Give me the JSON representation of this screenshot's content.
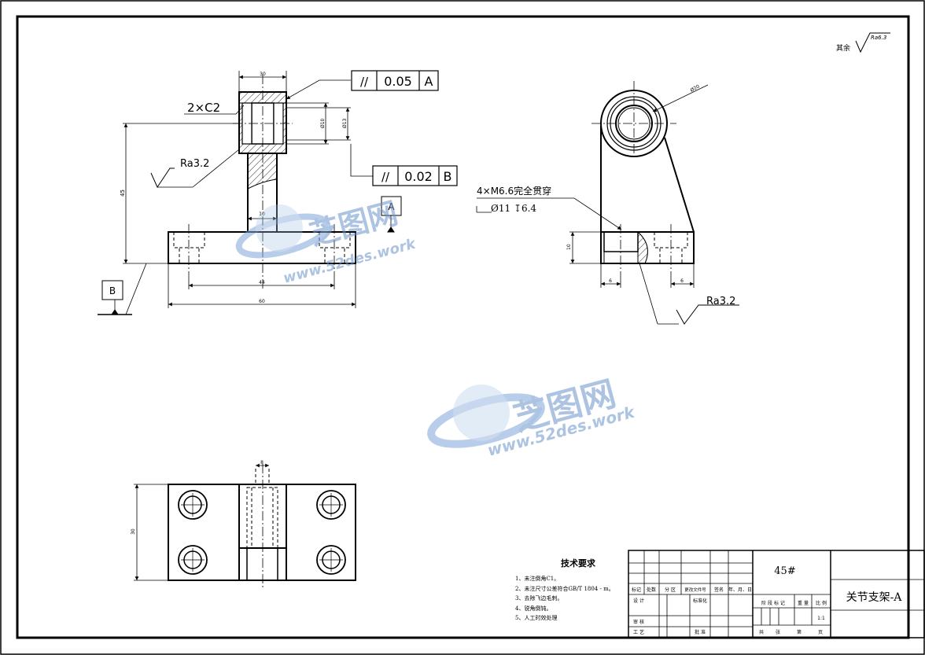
{
  "roughness_note": {
    "prefix": "其余",
    "value": "Ra6.3"
  },
  "front_view": {
    "dim_top_width": "30",
    "chamfer": "2×C2",
    "dim_bore_small": "Ø10",
    "dim_bore_large": "Ø13",
    "dim_height": "45",
    "dim_step": "10",
    "dim_hole_spacing": "44",
    "dim_base_width": "60",
    "roughness": "Ra3.2",
    "tolerance_1": {
      "symbol": "//",
      "value": "0.05",
      "datum": "A"
    },
    "tolerance_2": {
      "symbol": "//",
      "value": "0.02",
      "datum": "B"
    },
    "datum_a": "A",
    "datum_b": "B"
  },
  "side_view": {
    "hole_callout": "4×M6.6完全贯穿",
    "counterbore": "Ø11 ↧6.4",
    "dim_circle": "Ø20",
    "dim_base_height": "10",
    "dim_left": "6",
    "dim_right": "6",
    "roughness": "Ra3.2"
  },
  "top_view": {
    "dim_slot": "8",
    "dim_depth": "30"
  },
  "watermark": {
    "brand": "芝图网",
    "url": "www.52des.work"
  },
  "tech_requirements": {
    "title": "技术要求",
    "items": [
      "1、未注倒角C1。",
      "2、未注尺寸公差符合GB/T 1804 - m。",
      "3、去除飞边毛刺。",
      "4、锐角倒钝。",
      "5、人工时效处理"
    ]
  },
  "title_block": {
    "material": "45#",
    "part_name": "关节支架-A",
    "scale": "1:1",
    "header_row": [
      "标记",
      "处数",
      "分 区",
      "更改文件号",
      "签名",
      "年、月、日"
    ],
    "stage_labels": [
      "阶 段 标 记",
      "重 量",
      "比 例"
    ],
    "labels": {
      "design": "设 计",
      "standard": "标准化",
      "review": "审 核",
      "process": "工 艺",
      "approve": "批 准"
    },
    "sheets": [
      "共",
      "张",
      "第",
      "页"
    ]
  }
}
